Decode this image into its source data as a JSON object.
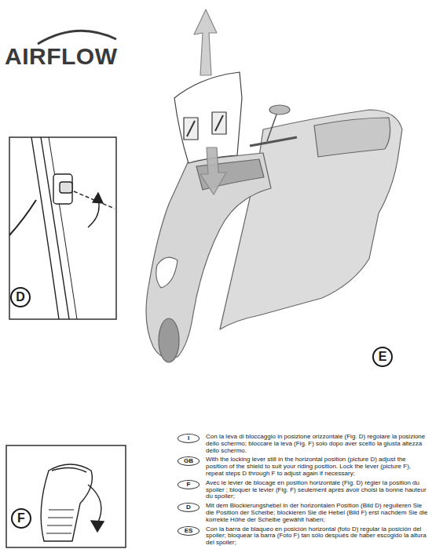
{
  "diagram": {
    "title": "AIRFLOW",
    "nodes": [
      {
        "text": [
          "D"
        ]
      },
      {
        "text": [
          "E"
        ]
      },
      {
        "text": [
          "F"
        ]
      },
      {
        "text": [
          "I"
        ]
      },
      {
        "text": [
          "GB"
        ]
      },
      {
        "text": [
          "F"
        ]
      },
      {
        "text": [
          "D"
        ]
      },
      {
        "text": [
          "ES"
        ]
      }
    ],
    "labels": [
      "Con la leva di bloccaggio in posizione orizzontale (Fig. D) regolare la posizione dello schermo; bloccare la leva (Fig. F) solo dopo aver scelto la giusta altezza dello schermo.",
      "With the locking lever still in the horizontal position (picture D) adjust the position of the shield to suit your riding position. Lock the lever (picture F), repeat steps D through F to adjust again if necessary;",
      "Avec le levier de blocage en position horizontale (Fig. D) régler la position du spoiler ; bloquer le levier (Fig. F) seulement après avoir choisi la bonne hauteur du spoiler;",
      "Mit dem Blockierungshebel in der horizontalen Position (Bild D) regulieren Sie die Position der Scheibe; blockieren Sie die Hebel (Bild F) erst nachdem Sie die korrekte Höhe der Scheibe gewählt haben;",
      "Con la barra de blaqueo en posición horizontal (foto D) regular la posición del spoiler; bloquear la barra (Foto F) tan sólo después de haber escogido la altura del spoiler;"
    ]
  }
}
